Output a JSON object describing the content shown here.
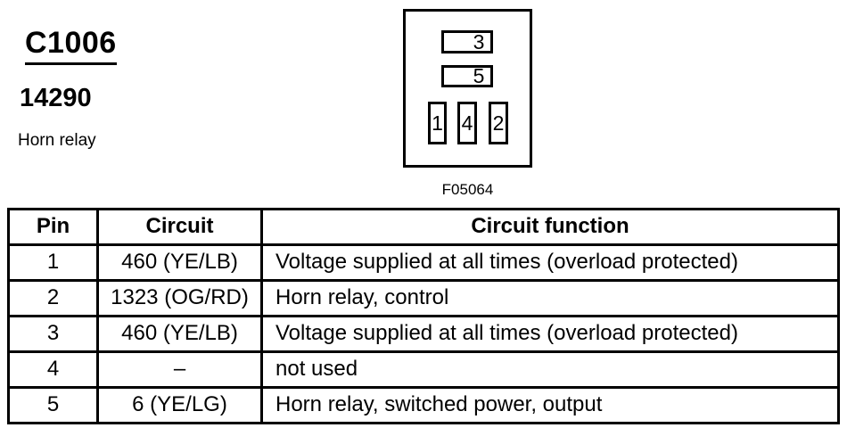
{
  "connector": {
    "id": "C1006",
    "part_number": "14290",
    "description": "Horn relay"
  },
  "diagram": {
    "figure_label": "F05064",
    "cavities": [
      {
        "label": "3"
      },
      {
        "label": "5"
      },
      {
        "label": "1"
      },
      {
        "label": "4"
      },
      {
        "label": "2"
      }
    ]
  },
  "pinout_table": {
    "columns": [
      "Pin",
      "Circuit",
      "Circuit function"
    ],
    "rows": [
      {
        "pin": "1",
        "circuit": "460 (YE/LB)",
        "function": "Voltage supplied at all times (overload protected)"
      },
      {
        "pin": "2",
        "circuit": "1323 (OG/RD)",
        "function": "Horn relay, control"
      },
      {
        "pin": "3",
        "circuit": "460 (YE/LB)",
        "function": "Voltage supplied at all times (overload protected)"
      },
      {
        "pin": "4",
        "circuit": "–",
        "function": "not used"
      },
      {
        "pin": "5",
        "circuit": "6 (YE/LG)",
        "function": "Horn relay, switched power, output"
      }
    ]
  },
  "colors": {
    "background": "#ffffff",
    "foreground": "#000000"
  }
}
